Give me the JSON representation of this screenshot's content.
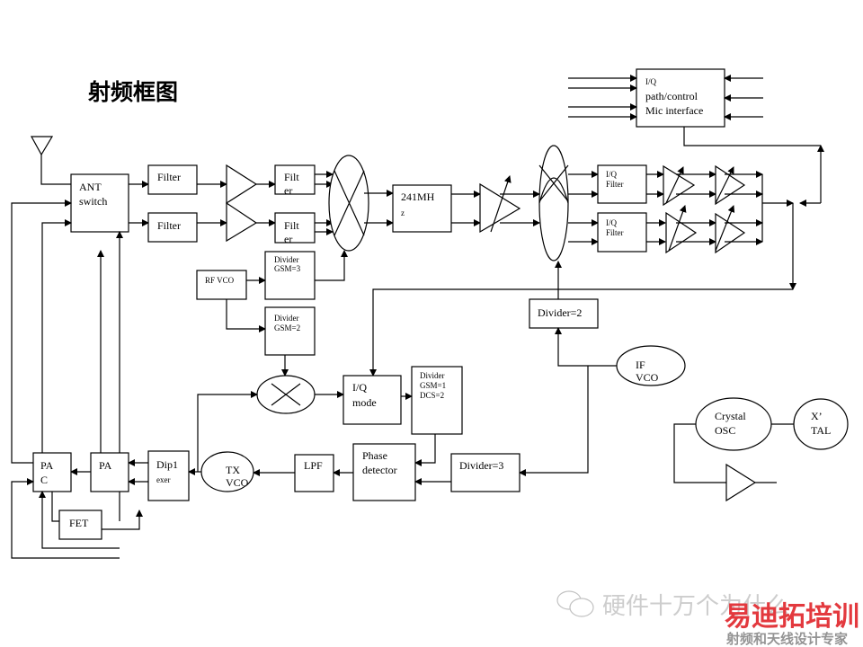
{
  "title": "射频框图",
  "blocks": {
    "ant_switch": [
      "ANT",
      "switch"
    ],
    "filter1": "Filter",
    "filter2": "Filter",
    "filt_er1": [
      "Filt",
      "er"
    ],
    "filt_er2": [
      "Filt",
      "er"
    ],
    "if_241": [
      "241MH",
      "z"
    ],
    "iq_filter1": [
      "I/Q",
      "Filter"
    ],
    "iq_filter2": [
      "I/Q",
      "Filter"
    ],
    "iq_path": [
      "I/Q",
      "path/control",
      "Mic interface"
    ],
    "rf_vco": "RF VCO",
    "divider_gsm3": [
      "Divider",
      "GSM=3"
    ],
    "divider_gsm2": [
      "Divider",
      "GSM=2"
    ],
    "divider2": "Divider=2",
    "if_vco": [
      "IF",
      "VCO"
    ],
    "iq_mode": [
      "I/Q",
      "mode"
    ],
    "divider_gsm1": [
      "Divider",
      "GSM=1",
      "DCS=2"
    ],
    "phase_detector": [
      "Phase",
      "detector"
    ],
    "divider3": "Divider=3",
    "lpf": "LPF",
    "tx_vco": [
      "TX",
      "VCO"
    ],
    "diplexer": [
      "Dip1",
      "exer"
    ],
    "pa": "PA",
    "pac": [
      "PA",
      "C"
    ],
    "fet": "FET",
    "crystal_osc": [
      "Crystal",
      "OSC"
    ],
    "xtal": [
      "X’",
      "TAL"
    ]
  },
  "watermark": {
    "account": "硬件十万个为什么",
    "brand": "易迪拓培训",
    "tagline": "射频和天线设计专家",
    "brand_color_red": "#e0242a",
    "brand_color_blue": "#3a7cc0"
  }
}
